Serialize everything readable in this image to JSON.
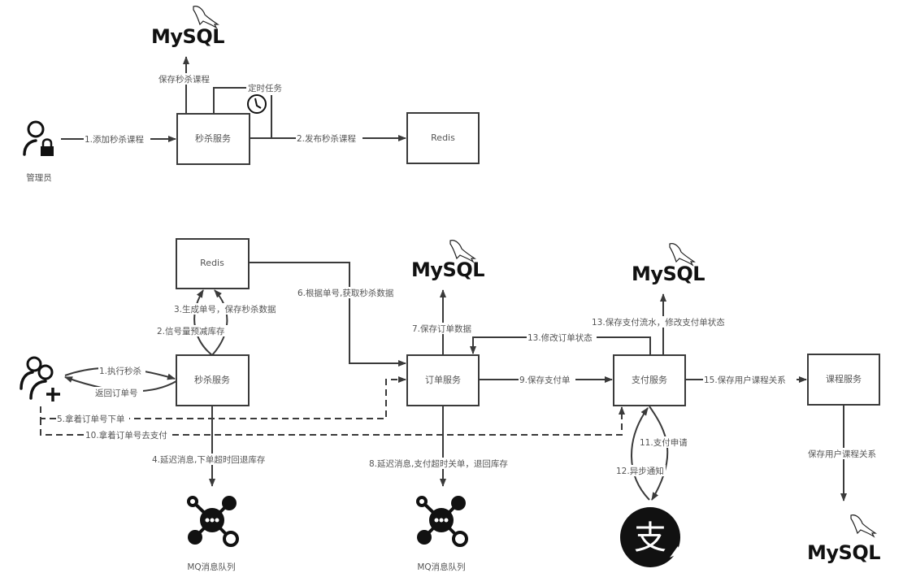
{
  "title": "秒杀下单支付流程架构图",
  "top_section": {
    "admin": {
      "label": "管理员",
      "icon": "user-lock-icon"
    },
    "seckill_service": {
      "label": "秒杀服务"
    },
    "redis": {
      "label": "Redis"
    },
    "mysql": {
      "label": "MySQL",
      "icon": "mysql-dolphin-icon"
    },
    "timer": {
      "label": "定时任务",
      "icon": "clock-icon"
    },
    "edges": {
      "add_course": "1.添加秒杀课程",
      "save_course": "保存秒杀课程",
      "publish_course": "2.发布秒杀课程"
    }
  },
  "bottom_section": {
    "user": {
      "icon": "user-add-icon"
    },
    "redis": {
      "label": "Redis"
    },
    "seckill_service": {
      "label": "秒杀服务"
    },
    "order_service": {
      "label": "订单服务"
    },
    "payment_service": {
      "label": "支付服务"
    },
    "course_service": {
      "label": "课程服务"
    },
    "mysql_order": {
      "label": "MySQL"
    },
    "mysql_payment": {
      "label": "MySQL"
    },
    "mysql_course": {
      "label": "MySQL"
    },
    "mq1": {
      "label": "MQ消息队列",
      "icon": "mq-hub-icon"
    },
    "mq2": {
      "label": "MQ消息队列",
      "icon": "mq-hub-icon"
    },
    "alipay": {
      "glyph": "支",
      "icon": "alipay-icon"
    },
    "edges": {
      "e1": "1.执行秒杀",
      "e_return": "返回订单号",
      "e2": "2.信号量预减库存",
      "e3": "3.生成单号，保存秒杀数据",
      "e4": "4.延迟消息,下单超时回退库存",
      "e5": "5.拿着订单号下单",
      "e6": "6.根据单号,获取秒杀数据",
      "e7": "7.保存订单数据",
      "e8": "8.延迟消息,支付超时关单，退回库存",
      "e9": "9.保存支付单",
      "e10": "10.拿着订单号去支付",
      "e11": "11.支付申请",
      "e12": "12.异步通知",
      "e13a": "13.修改订单状态",
      "e13b": "13.保存支付流水，修改支付单状态",
      "e15": "15.保存用户课程关系",
      "e_course_save": "保存用户课程关系"
    }
  }
}
